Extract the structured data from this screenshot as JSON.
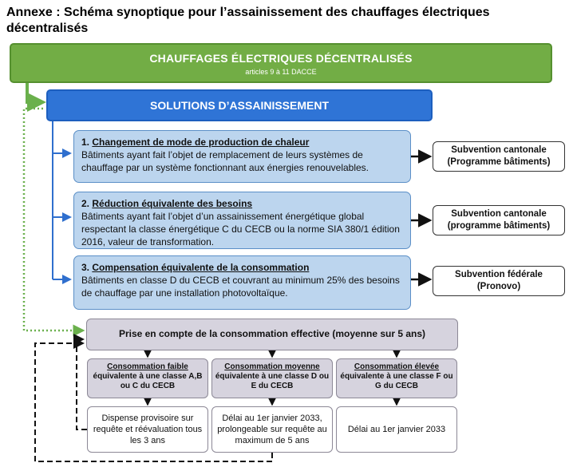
{
  "page": {
    "title": "Annexe : Schéma synoptique pour l’assainissement des chauffages électriques décentralisés"
  },
  "header": {
    "title": "CHAUFFAGES ÉLECTRIQUES DÉCENTRALISÉS",
    "subtitle": "articles 9 à 11 DACCE"
  },
  "solutions_header": {
    "title": "SOLUTIONS D’ASSAINISSEMENT"
  },
  "solutions": [
    {
      "number": "1.",
      "title": "Changement de mode de production de chaleur",
      "text": "Bâtiments ayant fait l’objet de remplacement de leurs systèmes de chauffage par un système fonctionnant aux énergies renouvelables.",
      "subsidy_line1": "Subvention cantonale",
      "subsidy_line2": "(Programme bâtiments)"
    },
    {
      "number": "2.",
      "title": "Réduction équivalente des besoins",
      "text": "Bâtiments ayant fait l’objet d’un assainissement énergétique global respectant la classe énergétique C du CECB ou la norme SIA 380/1 édition 2016, valeur de transformation.",
      "subsidy_line1": "Subvention cantonale",
      "subsidy_line2": "(programme bâtiments)"
    },
    {
      "number": "3.",
      "title": "Compensation équivalente de la consommation",
      "text": "Bâtiments en classe D du CECB et couvrant au minimum 25% des besoins de chauffage par une installation photovoltaïque.",
      "subsidy_line1": "Subvention fédérale",
      "subsidy_line2": "(Pronovo)"
    }
  ],
  "effective": {
    "title": "Prise en compte de la consommation effective (moyenne sur 5 ans)"
  },
  "categories": [
    {
      "title": "Consommation faible",
      "desc": "équivalente à une classe A,B ou C du CECB",
      "result": "Dispense provisoire sur requête et réévaluation tous les 3 ans"
    },
    {
      "title": "Consommation moyenne",
      "desc": "équivalente à une classe D ou E du CECB",
      "result": "Délai au 1er janvier 2033, prolongeable sur requête au maximum de 5 ans"
    },
    {
      "title": "Consommation élevée",
      "desc": "équivalente à une classe F ou G du CECB",
      "result": "Délai au 1er janvier 2033"
    }
  ],
  "colors": {
    "green": "#72ad45",
    "blue": "#2f74d6",
    "light_blue": "#bcd5ee",
    "grey": "#d6d3de",
    "dotted_green": "#6ab04c"
  }
}
